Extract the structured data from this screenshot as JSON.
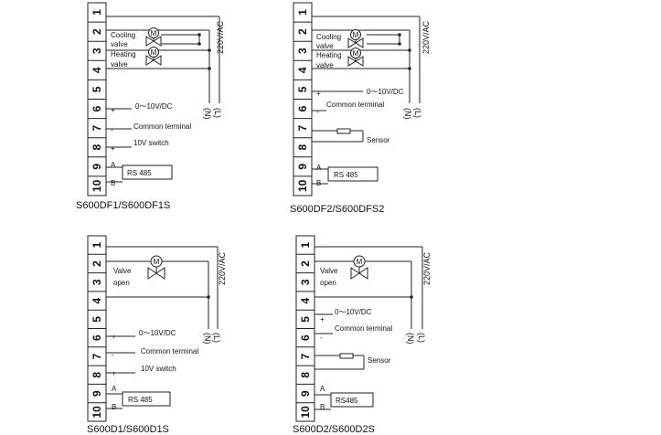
{
  "terminal_numbers": [
    "1",
    "2",
    "3",
    "4",
    "5",
    "6",
    "7",
    "8",
    "9",
    "10"
  ],
  "power": {
    "supply": "220V/AC",
    "neutral": "(N)",
    "live": "(L)"
  },
  "symbols": {
    "motor": "M",
    "plus": "+",
    "minus": "-",
    "a": "A",
    "b": "B"
  },
  "panels": [
    {
      "id": "df1",
      "caption": "S600DF1/S600DF1S",
      "valve1_line1": "Cooling",
      "valve1_line2": "valve",
      "valve2_line1": "Heating",
      "valve2_line2": "valve",
      "analog": "0～10V/DC",
      "common": "Common terminal",
      "switch": "10V switch",
      "rs485": "RS 485"
    },
    {
      "id": "df2",
      "caption": "S600DF2/S600DFS2",
      "valve1_line1": "Cooling",
      "valve1_line2": "valve",
      "valve2_line1": "Heating",
      "valve2_line2": "valve",
      "analog": "0～10V/DC",
      "common": "Common terminal",
      "sensor": "Sensor",
      "rs485": "RS 485"
    },
    {
      "id": "d1",
      "caption": "S600D1/S600D1S",
      "valve_line1": "Valve",
      "valve_line2": "open",
      "analog": "0～10V/DC",
      "common": "Common terminal",
      "switch": "10V switch",
      "rs485": "RS 485"
    },
    {
      "id": "d2",
      "caption": "S600D2/S600D2S",
      "valve_line1": "Valve",
      "valve_line2": "open",
      "analog": "0～10V/DC",
      "common": "Common terminal",
      "sensor": "Sensor",
      "rs485": "RS485"
    }
  ]
}
